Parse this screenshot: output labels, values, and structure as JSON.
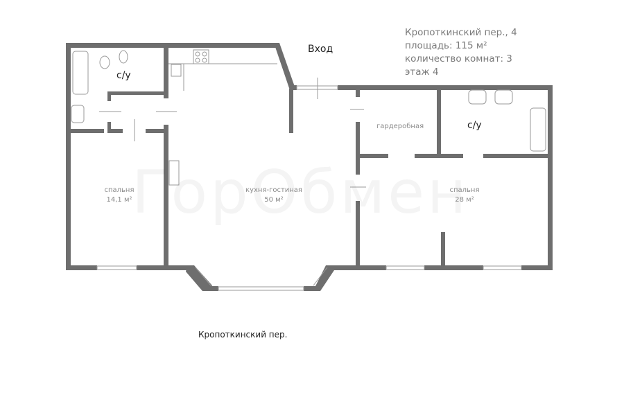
{
  "info": {
    "address": "Кропоткинский пер., 4",
    "area": "площадь: 115 м²",
    "rooms": "количество комнат: 3",
    "floor": "этаж 4"
  },
  "labels": {
    "entrance": "Вход",
    "street": "Кропоткинский пер.",
    "bathroom_left": "с/у",
    "bathroom_right": "с/у",
    "wardrobe": "гардеробная",
    "bedroom_left_name": "спальня",
    "bedroom_left_area": "14,1 м²",
    "living_name": "кухня-гостиная",
    "living_area": "50 м²",
    "bedroom_right_name": "спальня",
    "bedroom_right_area": "28 м²"
  },
  "watermark": "ГорОбмен",
  "colors": {
    "wall": "#6e6e6e",
    "fixture": "#9a9a9a"
  }
}
